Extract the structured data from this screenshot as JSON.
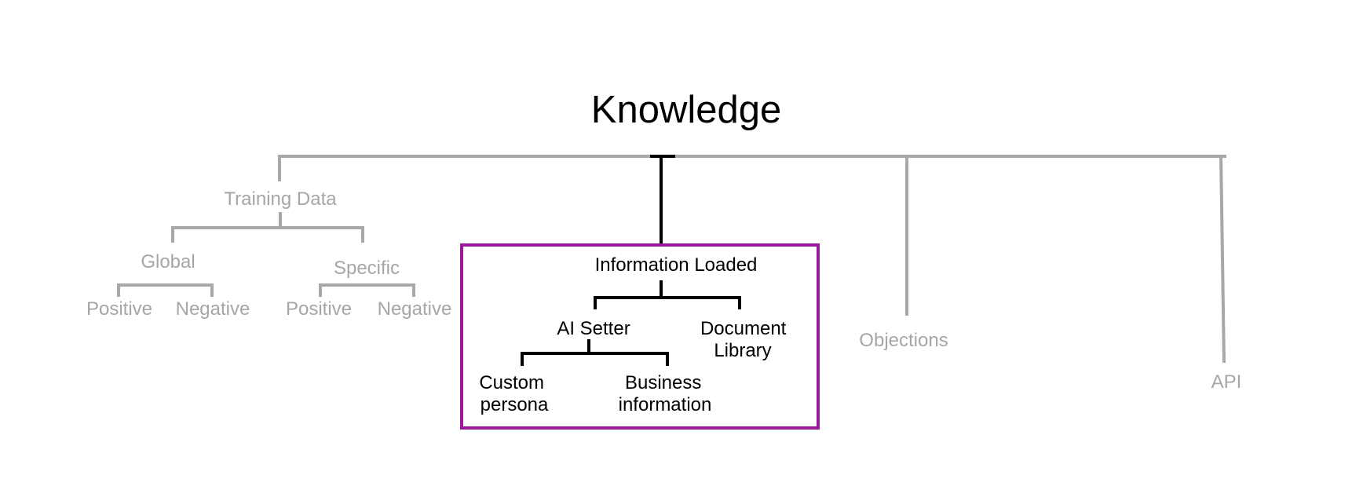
{
  "title": "Knowledge",
  "colors": {
    "active": "#000000",
    "inactive": "#a8a8a8",
    "inactive_text": "#a6a6a6",
    "highlight": "#9a1a9a",
    "background": "#ffffff"
  },
  "branches": {
    "training_data": {
      "label": "Training Data",
      "global": {
        "label": "Global",
        "positive": "Positive",
        "negative": "Negative"
      },
      "specific": {
        "label": "Specific",
        "positive": "Positive",
        "negative": "Negative"
      }
    },
    "information_loaded": {
      "label": "Information Loaded",
      "ai_setter": {
        "label": "AI Setter",
        "custom_persona": [
          "Custom",
          "persona"
        ],
        "business_information": [
          "Business",
          "information"
        ]
      },
      "document_library": [
        "Document",
        "Library"
      ]
    },
    "objections": {
      "label": "Objections"
    },
    "api": {
      "label": "API"
    }
  }
}
